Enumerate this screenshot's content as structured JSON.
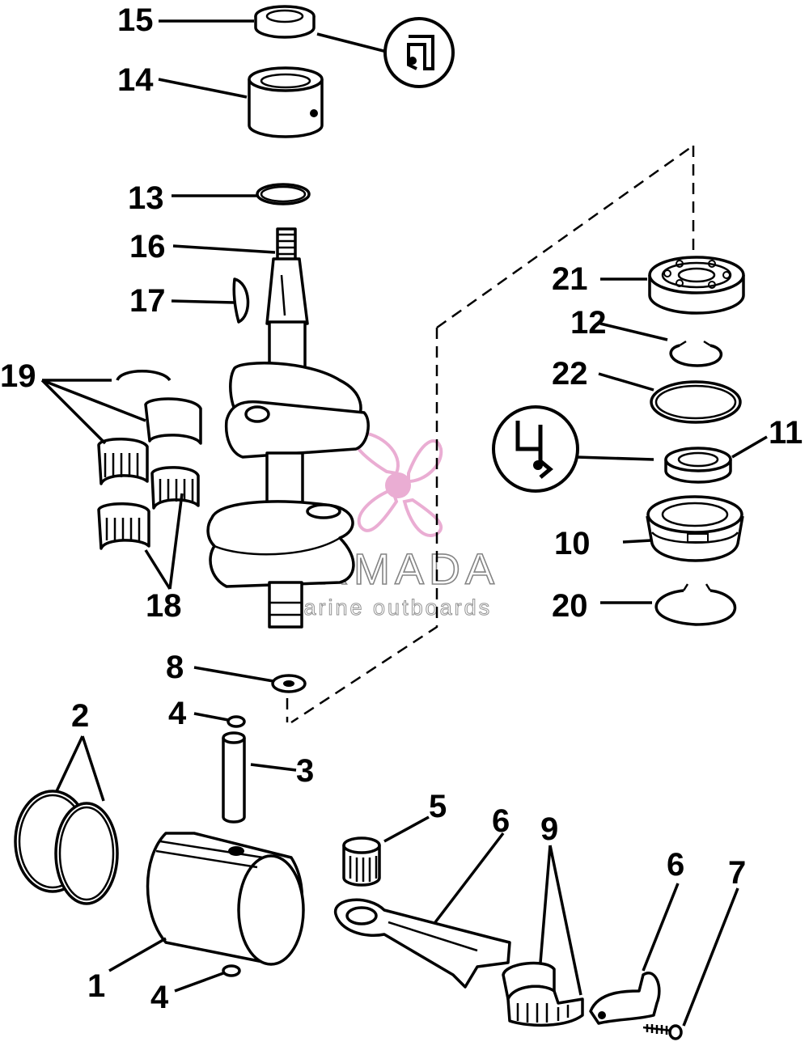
{
  "watermark": {
    "brand": "ARMADA",
    "tagline": "marine outboards",
    "accent_color": "#e8a5cf",
    "gray_color": "#7a7a7a"
  },
  "callouts": {
    "c15": "15",
    "c14": "14",
    "c13": "13",
    "c16": "16",
    "c17": "17",
    "c19": "19",
    "c18": "18",
    "c8": "8",
    "c4a": "4",
    "c3": "3",
    "c2": "2",
    "c1": "1",
    "c4b": "4",
    "c5": "5",
    "c6a": "6",
    "c9": "9",
    "c6b": "6",
    "c7": "7",
    "c21": "21",
    "c12": "12",
    "c22": "22",
    "c11": "11",
    "c10": "10",
    "c20": "20"
  },
  "icons": {
    "top_inset": "oil-seal-lip-icon",
    "side_inset": "seal-profile-icon"
  }
}
